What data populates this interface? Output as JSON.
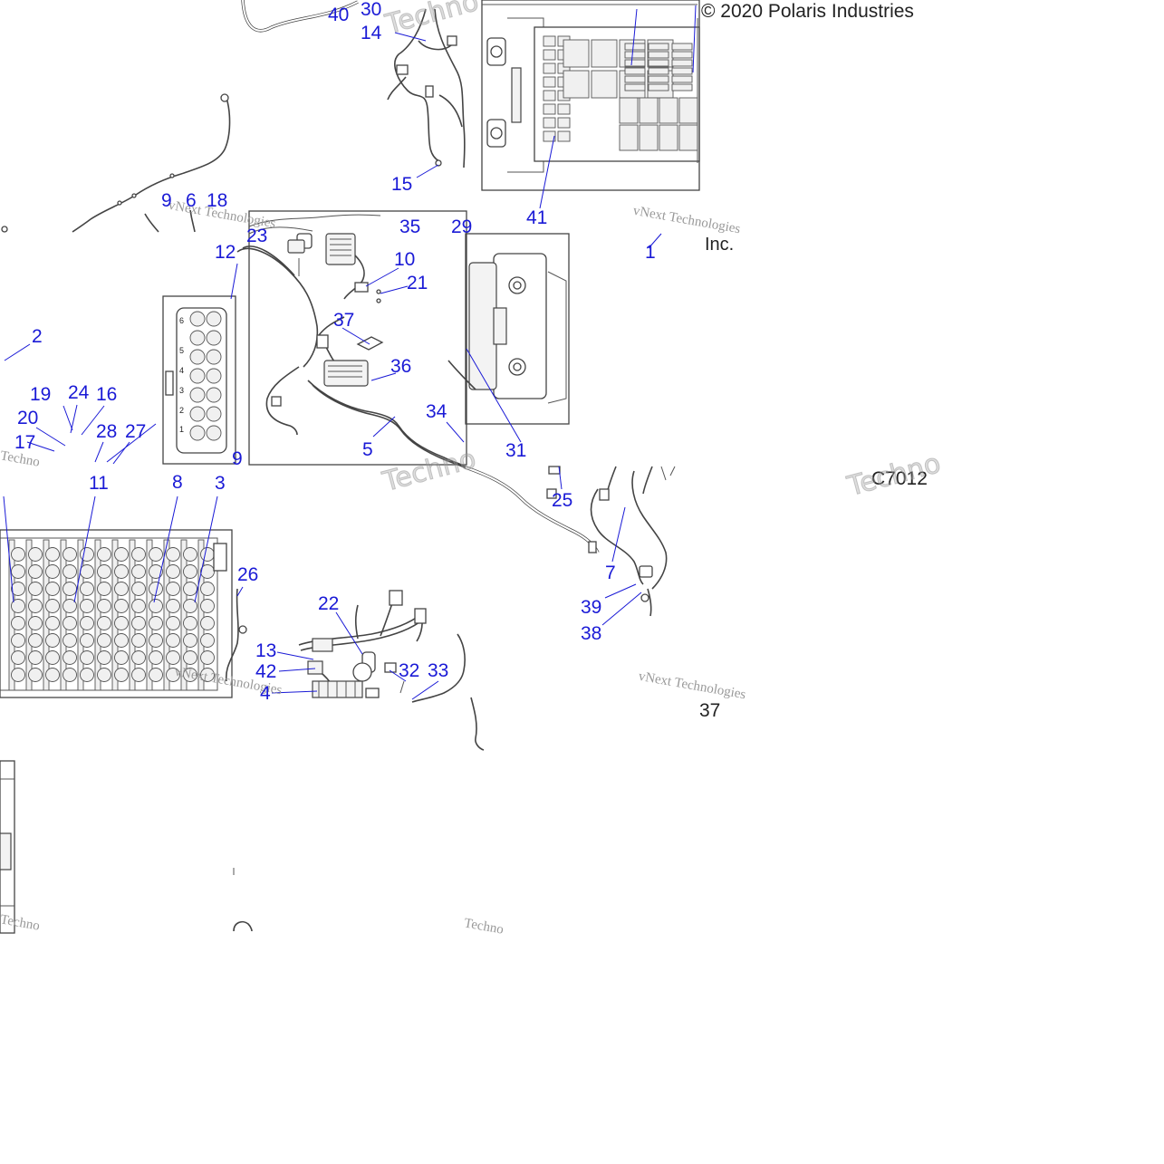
{
  "copyright": "© 2020 Polaris Industries",
  "diagram_code": "C7012",
  "company_fragment": "Inc.",
  "watermark_text": "vNext Technologies",
  "watermark_fragment_1": "Techno",
  "watermark_fragment_2": "Techno",
  "watermark_fragment_3": "Techno",
  "page_number_fragment": "37",
  "callouts": {
    "c40": "40",
    "c30": "30",
    "c14": "14",
    "c15": "15",
    "c41": "41",
    "c9a": "9",
    "c6": "6",
    "c18": "18",
    "c35": "35",
    "c29": "29",
    "c23": "23",
    "c12": "12",
    "c10": "10",
    "c21": "21",
    "c1": "1",
    "c37": "37",
    "c36": "36",
    "c2": "2",
    "c19": "19",
    "c24": "24",
    "c16": "16",
    "c20": "20",
    "c17": "17",
    "c28": "28",
    "c27": "27",
    "c34": "34",
    "c5": "5",
    "c31": "31",
    "c9b": "9",
    "c25": "25",
    "c11": "11",
    "c8": "8",
    "c3": "3",
    "c26": "26",
    "c7": "7",
    "c22": "22",
    "c39": "39",
    "c38": "38",
    "c13": "13",
    "c42": "42",
    "c32": "32",
    "c33": "33",
    "c4": "4"
  },
  "connector_pin_labels": [
    "6",
    "5",
    "4",
    "3",
    "2",
    "1"
  ],
  "colors": {
    "callout": "#1a1ad6",
    "line": "#444444",
    "watermark": "#999999"
  }
}
